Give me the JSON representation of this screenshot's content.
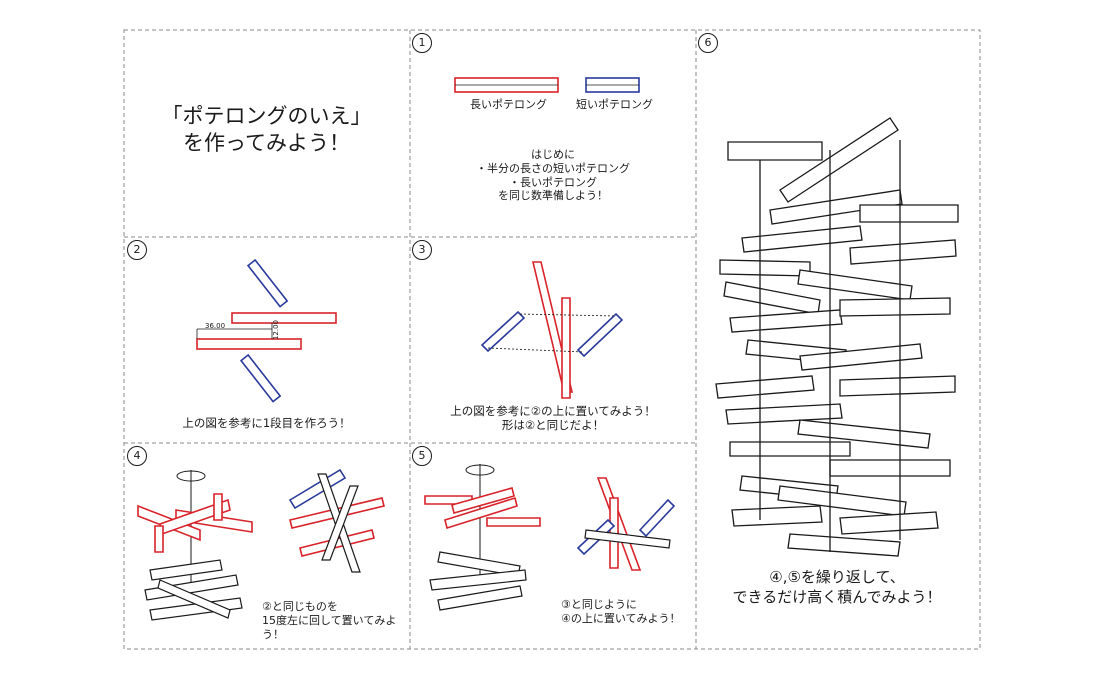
{
  "title": "「ポテロングのいえ」\nを作ってみよう！",
  "panels": {
    "p1": {
      "number": "1",
      "legend_long": "長いポテロング",
      "legend_short": "短いポテロング",
      "intro": "はじめに\n・半分の長さの短いポテロング\n・長いポテロング\nを同じ数準備しよう！",
      "colors": {
        "long": "#d8232a",
        "short": "#2a3a9c"
      }
    },
    "p2": {
      "number": "2",
      "dim_h": "36.00",
      "dim_v": "12.00",
      "caption": "上の図を参考に1段目を作ろう！"
    },
    "p3": {
      "number": "3",
      "caption": "上の図を参考に②の上に置いてみよう！\n形は②と同じだよ！"
    },
    "p4": {
      "number": "4",
      "note": "②と同じものを\n15度左に回して置いてみよう！"
    },
    "p5": {
      "number": "5",
      "note": "③と同じように\n④の上に置いてみよう！"
    },
    "p6": {
      "number": "6",
      "caption": "④,⑤を繰り返して、\nできるだけ高く積んでみよう！"
    }
  }
}
